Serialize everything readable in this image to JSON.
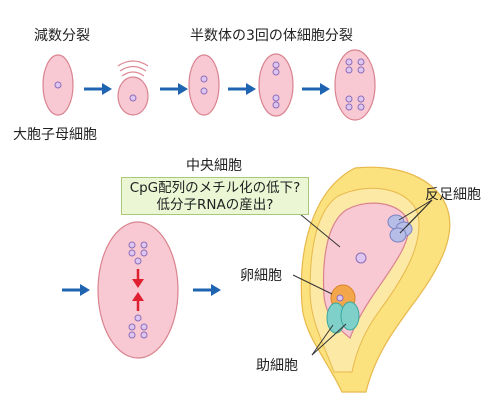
{
  "labels": {
    "meiosis": "減数分裂",
    "mitosis": "半数体の3回の体細胞分裂",
    "megaspore_mother_cell": "大胞子母細胞",
    "central_cell": "中央細胞",
    "question_1": "CpG配列のメチル化の低下?",
    "question_2": "低分子RNAの産出?",
    "antipodal_cells": "反足細胞",
    "egg_cell": "卵細胞",
    "synergid_cells": "助細胞"
  },
  "colors": {
    "cell_fill": "#f8c9d2",
    "cell_stroke": "#d9838f",
    "nucleus_fill": "#ddc6f0",
    "nucleus_stroke": "#8e6db8",
    "arrow_blue": "#1f64b0",
    "arrow_red": "#e02030",
    "ovule_fill": "#fbe27f",
    "ovule_stroke": "#e8b84a",
    "callout_fill": "#eaf6d4",
    "antipodal_fill": "#b6bde6",
    "synergid_fill": "#7fd0c8",
    "egg_fill": "#f4a64a"
  }
}
